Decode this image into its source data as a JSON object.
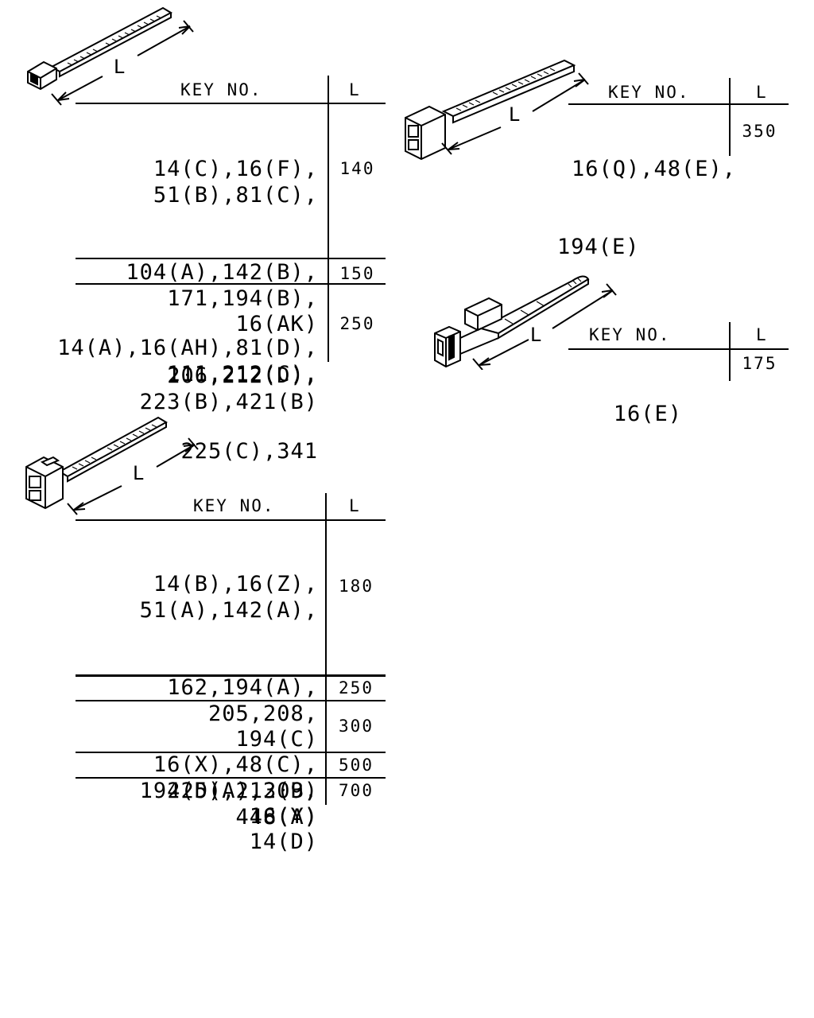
{
  "headers": {
    "key": "KEY NO.",
    "length": "L"
  },
  "dimension_label": "L",
  "groups": [
    {
      "id": "A",
      "rows": [
        {
          "keys": [
            "14(C),16(F),",
            "51(B),81(C),",
            "104(A),142(B),",
            "171,194(B),",
            "206,212(D),",
            "223(B),421(B)"
          ],
          "L": "140"
        },
        {
          "keys": [
            "16(AK)"
          ],
          "L": "150"
        },
        {
          "keys": [
            "14(A),16(AH),81(D),",
            "111,212(C),",
            "225(C),341"
          ],
          "L": "250"
        }
      ]
    },
    {
      "id": "B",
      "rows": [
        {
          "keys": [
            "16(Q),48(E),",
            "194(E)"
          ],
          "L": "350"
        }
      ]
    },
    {
      "id": "C",
      "rows": [
        {
          "keys": [
            "16(E)"
          ],
          "L": "175"
        }
      ]
    },
    {
      "id": "D",
      "rows": [
        {
          "keys": [
            "14(B),16(Z),",
            "51(A),142(A),",
            "162,194(A),",
            "205,208,",
            "225(A),309,",
            "448(A)"
          ],
          "L": "180"
        },
        {
          "keys": [
            "194(C)"
          ],
          "L": "250"
        },
        {
          "keys": [
            "16(X),48(C),",
            "194(D),212(B)"
          ],
          "L": "300"
        },
        {
          "keys": [
            "16(Y)"
          ],
          "L": "500"
        },
        {
          "keys": [
            "14(D)"
          ],
          "L": "700"
        }
      ]
    }
  ]
}
